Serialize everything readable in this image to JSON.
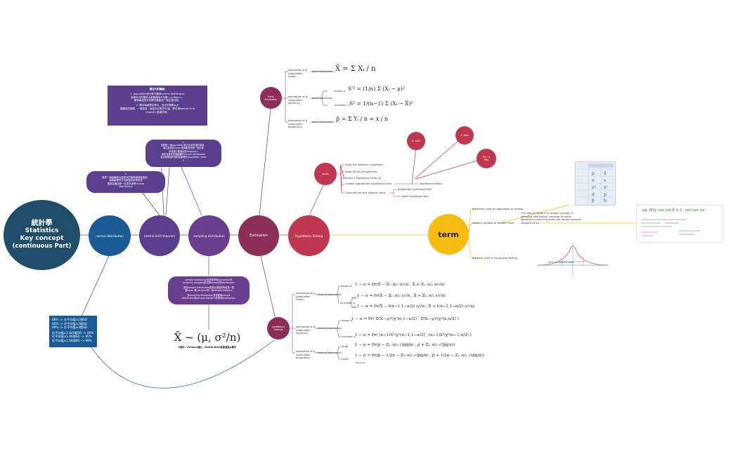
{
  "colors": {
    "navy": "#1f4e6b",
    "blue": "#1a5b96",
    "purple": "#5a3f8e",
    "violet": "#6a3e8f",
    "maroon": "#8b2f5a",
    "crimson": "#c0384f",
    "yellow": "#f5bd0f"
  },
  "central": {
    "line1": "統計學",
    "line2": "Statistics",
    "line3": "Key concept",
    "line4": "(continuous Part)"
  },
  "nodes": {
    "normal": "normal distribution",
    "clt": "central limit theorem",
    "sampling": "sampling distribution",
    "estimation": "Estimation",
    "hypothesis": "Hypothesis Testing",
    "term": "term",
    "point": "Point Estimation",
    "interval": "confidence interval",
    "steps": "steps",
    "ztest": "Z- test",
    "ttest": "t- test",
    "chi": "Chi^2 Test"
  },
  "box_top": {
    "title": "關注大的機緣:",
    "l1": "1. population的分佈不要求normal distribution",
    "l2": "從樣本內的樣本大都是樣本平均數 ( uniform )，",
    "l3": "最後每組的平均數仍舊能成一個正態分佈。",
    "l4": "2. 樣本每組需足夠大，但也不需要太大",
    "l5": "整體來的經驗，一般認為，每組大於等於30者，即可適central limit",
    "l6": "theorem 推導作用。"
  },
  "box_clt1": {
    "l1": "1.",
    "l2": "如果對一個population進行大量重複的抽樣，",
    "l3": "每次抽樣的mean 取得都會形成一個分佈",
    "l4": "狀常態分配機制及frequency",
    "l5": "最終也將會呈現顯著的normal distribution",
    "l6": "將這個發現所得的結果確定population mean",
    "l7": "μ"
  },
  "box_clt2": {
    "l1": "2.",
    "l2": "就是一個組裏面大量樣本的抽樣值總量值倒，",
    "l3": "每個組裡的平均數圍出來會形成",
    "l4": "跟將並產組是一定是本身是normal",
    "l5": "distribution"
  },
  "box_sampling": {
    "l1": "sample distribution描述從學當population作",
    "l2": "randomly sampling情況時sample的distribution.",
    "l3": "當從sample distribution看來出現值的時候是一般",
    "l4": "都mean 跟 variance是一樣sample statistics",
    "l5": "當sampling distribution是需要像sample",
    "l6": "distribution的sample statistics會得到distribution."
  },
  "formula_xbar": {
    "expr": "X̄ ~ (μ, σ²/n)",
    "caption": "n越大, variance越小, distribution就會越往μ集中"
  },
  "box_normal": {
    "l1": "68% -> 在平均值±1個SD",
    "l2": "95% -> 在平均值±2個SD",
    "l3": "99% -> 在平均值±3個SD",
    "l4": "在平均值±1.645個SD -> 90%",
    "l5": "在平均值±1.96個SD -> 95%",
    "l6": "在平均值±2.58個SD -> 99%"
  },
  "point_est": {
    "mean_label": "estimation of μ (population mean)",
    "mean_arrow": "point estimation",
    "mean_formula": "X̄ = Σ Xᵢ / n",
    "var_label": "estimation of σ² (population variance)",
    "var_arrow": "point estimation",
    "var_known": "known μ",
    "var_known_formula": "S'² = (1/n) Σ (Xᵢ − μ)²",
    "var_unknown": "unknown μ",
    "var_unknown_formula": "S² = 1/(n−1) Σ (Xᵢ − X̄)²",
    "prop_label": "estimation of p (population proportion)",
    "prop_arrow": "point estimation",
    "prop_formula": "p̂ = Σ Yᵢ / n = x / n"
  },
  "steps": {
    "s1": "State the research hypothesis",
    "s2": "State the Null Hypothesis",
    "s3": "Select a Significant Level (α)",
    "s4": "Choose appropriate significance test",
    "s4_arrow": "Significance tests",
    "s5": "Compute the test statistic value",
    "s5a": "probability hypothesis test",
    "s5b": "p- value hypothesis test"
  },
  "term_items": {
    "t1": "the terms used for population or sample",
    "t2": "random variable of sample mean",
    "t2_desc": "The sample mean is a random variable in sampling distribution, because its value depends on what the particular random sample happens to be",
    "t3": "the term used in hypothesis testing"
  },
  "interval_est": {
    "mean_label": "estimation of μ (population mean)",
    "mean_arrow": "interval estimation",
    "known": "known σ",
    "known_formula": "1 − α = Pr(X̄ − Z₁₋α/₂ σ/√n , X̄ + Z₁₋α/₂ σ/√n)",
    "unknown": "unknown σ",
    "unknown_f1": "1 − α = Pr(X̄ − Z₁₋α/₂ s/√n , X̄ + Z₁₋α/₂ s/√n)",
    "unknown_f2": "1 − α = Pr(X̄ − t(n−1,1−α/2) s/√n , X̄ + t(n−1,1−α/2) s/√n)",
    "small": "small",
    "large": "large",
    "var_label": "estimation of σ² (population variance)",
    "var_arrow": "interval estimation",
    "var_known": "known μ",
    "var_known_formula": "1 − α = Pr( Σ(Xᵢ−μ)²/χ²(n,1−α/2) , Σ(Xᵢ−μ)²/χ²(n,α/2) )",
    "var_unknown": "unknown μ",
    "var_unknown_formula": "1 − α = Pr( (n−1)S²/χ²(n−1,1−α/2) , (n−1)S²/χ²(n−1,α/2) )",
    "prop_label": "estimation of p (population proportion)",
    "prop_arrow": "interval estimation",
    "prop_large": "large",
    "prop_large_formula": "1 − α = Pr(p̂ − Z₁₋α/₂ √(p̂q̂/n) , p̂ + Z₁₋α/₂ √(p̂q̂/n))",
    "prop_small": "small",
    "prop_small_formula": "1 − α = Pr(p̂ − 1/2n − Z₁₋α/₂ √(p̂q̂/n) , p̂ + 1/2n − Z₁₋α/₂ √(p̂q̂/n))",
    "prop_small_note": "sampling"
  },
  "handwritten": {
    "eg": "eg. Why use not X̄ ± 2 , not use ±z",
    "bell_label": "95% confidence level"
  }
}
